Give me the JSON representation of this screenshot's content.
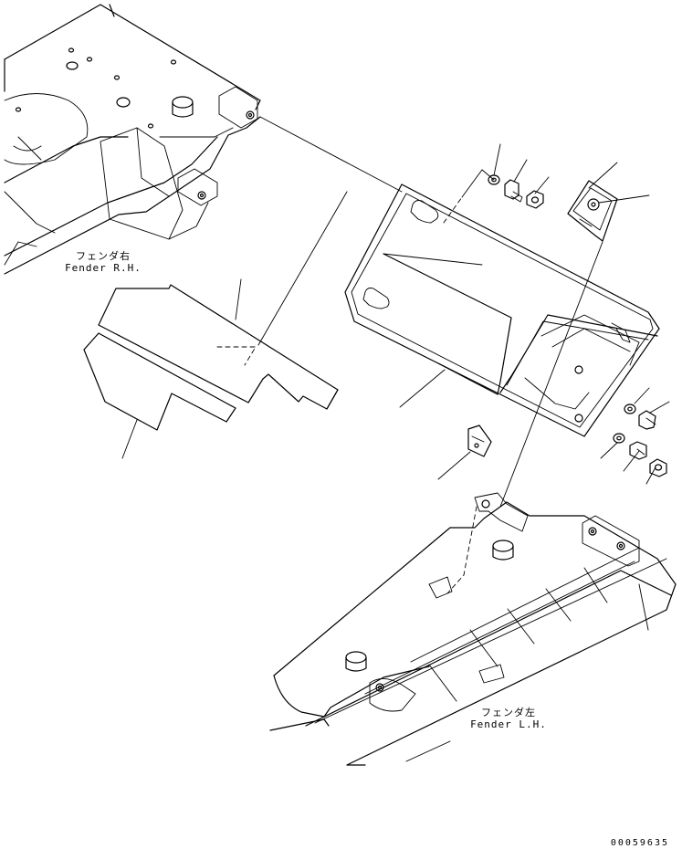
{
  "labels": {
    "fender_rh": {
      "jp": "フェンダ右",
      "en": "Fender R.H."
    },
    "fender_lh": {
      "jp": "フェンダ左",
      "en": "Fender L.H."
    }
  },
  "drawing_number": "00059635",
  "parts": [
    "fender-rh",
    "fender-lh",
    "cover-plate",
    "gasket-top",
    "gasket-bottom",
    "washer",
    "bolt",
    "nut",
    "clip",
    "bracket"
  ]
}
